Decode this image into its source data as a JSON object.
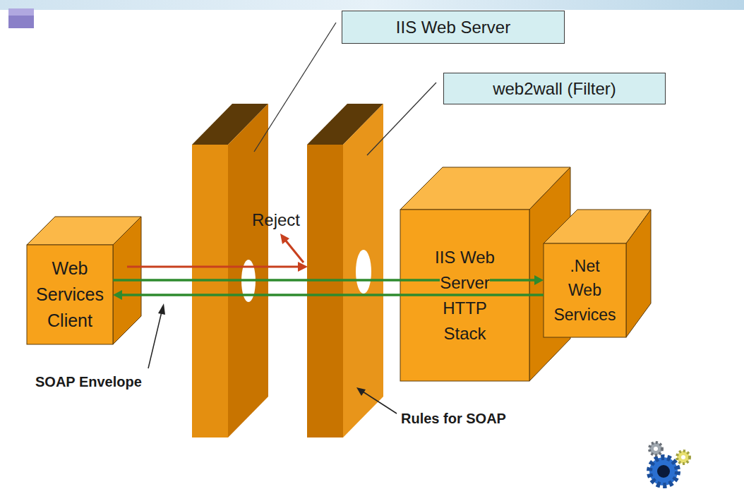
{
  "diagram": {
    "nodes": [
      {
        "text": [
          "IIS Web Server"
        ]
      },
      {
        "text": [
          "web2wall (Filter)"
        ]
      },
      {
        "text": [
          "Web Services Client"
        ]
      },
      {
        "text": [
          "IIS Web Server HTTP Stack"
        ]
      },
      {
        "text": [
          ".Net Web Services"
        ]
      }
    ],
    "edges": [
      {
        "from": 2,
        "to": 4,
        "arrow": "to"
      },
      {
        "from": 4,
        "to": 2,
        "arrow": "to"
      }
    ],
    "labels": [
      "Reject",
      "SOAP Envelope",
      "Rules for SOAP"
    ]
  }
}
